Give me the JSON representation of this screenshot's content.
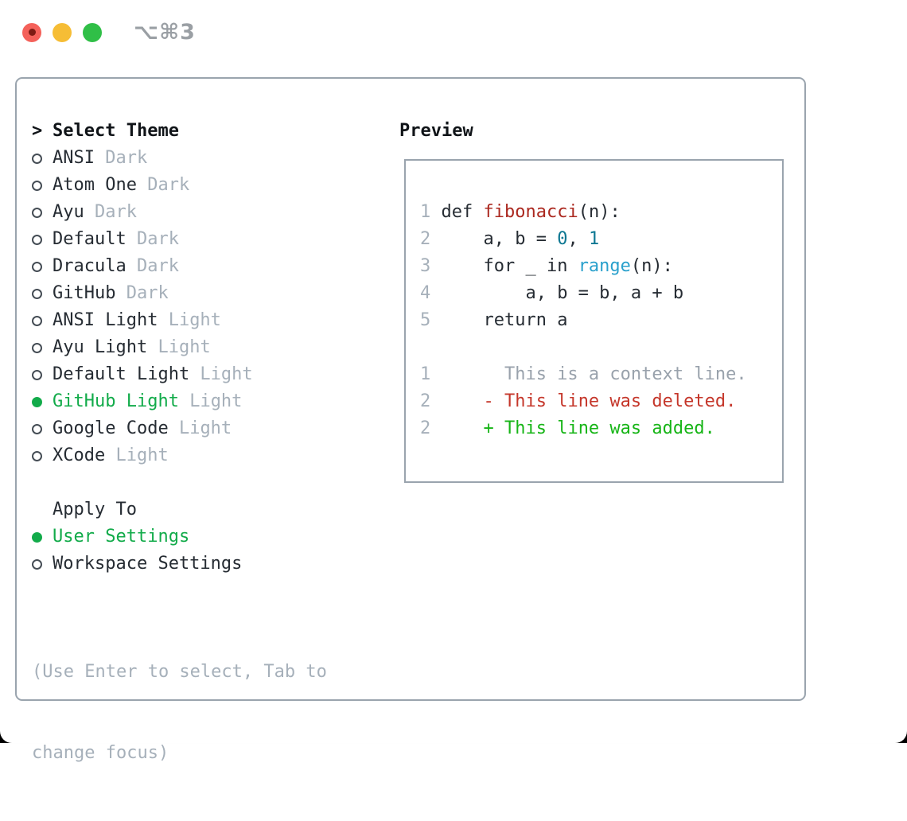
{
  "window": {
    "title": "⌥⌘3"
  },
  "picker": {
    "header": {
      "marker": ">",
      "label": "Select Theme"
    },
    "themes": [
      {
        "name": "ANSI",
        "variant": "Dark",
        "selected": false
      },
      {
        "name": "Atom One",
        "variant": "Dark",
        "selected": false
      },
      {
        "name": "Ayu",
        "variant": "Dark",
        "selected": false
      },
      {
        "name": "Default",
        "variant": "Dark",
        "selected": false
      },
      {
        "name": "Dracula",
        "variant": "Dark",
        "selected": false
      },
      {
        "name": "GitHub",
        "variant": "Dark",
        "selected": false
      },
      {
        "name": "ANSI Light",
        "variant": "Light",
        "selected": false
      },
      {
        "name": "Ayu Light",
        "variant": "Light",
        "selected": false
      },
      {
        "name": "Default Light",
        "variant": "Light",
        "selected": false
      },
      {
        "name": "GitHub Light",
        "variant": "Light",
        "selected": true
      },
      {
        "name": "Google Code",
        "variant": "Light",
        "selected": false
      },
      {
        "name": "XCode",
        "variant": "Light",
        "selected": false
      }
    ],
    "apply_to": {
      "label": "Apply To",
      "options": [
        {
          "name": "User Settings",
          "selected": true
        },
        {
          "name": "Workspace Settings",
          "selected": false
        }
      ]
    },
    "help": [
      "(Use Enter to select, Tab to",
      "change focus)"
    ]
  },
  "preview": {
    "label": "Preview",
    "lines": [
      [
        {
          "t": "1",
          "c": "ln"
        },
        {
          "t": " def ",
          "c": "fg"
        },
        {
          "t": "fibonacci",
          "c": "fn"
        },
        {
          "t": "(n):",
          "c": "fg"
        }
      ],
      [
        {
          "t": "2",
          "c": "ln"
        },
        {
          "t": "     a, b = ",
          "c": "fg"
        },
        {
          "t": "0",
          "c": "num"
        },
        {
          "t": ", ",
          "c": "fg"
        },
        {
          "t": "1",
          "c": "num"
        }
      ],
      [
        {
          "t": "3",
          "c": "ln"
        },
        {
          "t": "     for _ in ",
          "c": "fg"
        },
        {
          "t": "range",
          "c": "bi"
        },
        {
          "t": "(n):",
          "c": "fg"
        }
      ],
      [
        {
          "t": "4",
          "c": "ln"
        },
        {
          "t": "         a, b = b, a + b",
          "c": "fg"
        }
      ],
      [
        {
          "t": "5",
          "c": "ln"
        },
        {
          "t": "     return a",
          "c": "fg"
        }
      ],
      [],
      [
        {
          "t": "1",
          "c": "ln"
        },
        {
          "t": "       This is a context line.",
          "c": "ctx"
        }
      ],
      [
        {
          "t": "2",
          "c": "ln"
        },
        {
          "t": "     ",
          "c": "fg"
        },
        {
          "t": "- This line was deleted.",
          "c": "del"
        }
      ],
      [
        {
          "t": "2",
          "c": "ln"
        },
        {
          "t": "     ",
          "c": "fg"
        },
        {
          "t": "+ This line was added.",
          "c": "add"
        }
      ]
    ]
  },
  "colors": {
    "fg": "#262c33",
    "heading": "#101418",
    "muted": "#a6b0ba",
    "green": "#12ab4a",
    "func_red": "#ab281f",
    "number_teal": "#0c7792",
    "builtin_blue": "#29a0cc",
    "diff_ctx": "#99a2ac",
    "diff_del": "#c5372b",
    "diff_add": "#17b517",
    "border": "#9aa4ae",
    "title_gray": "#9a9fa4",
    "light_red": "#f4615a",
    "light_red_dot": "#7d1b13",
    "light_yellow": "#f6bd35",
    "light_green": "#30bf47"
  }
}
